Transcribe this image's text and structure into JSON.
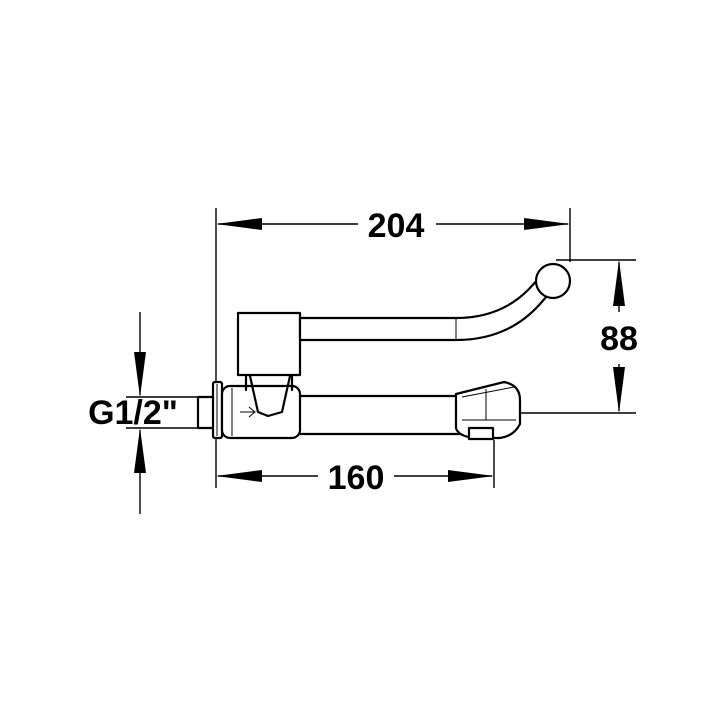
{
  "drawing": {
    "subject": "wall-mounted mixer tap with long lever handle and swivel spout",
    "line_color": "#000000",
    "background_color": "#ffffff"
  },
  "dimensions": {
    "overall_width": "204",
    "height": "88",
    "projection": "160",
    "thread": "G1/2\""
  }
}
